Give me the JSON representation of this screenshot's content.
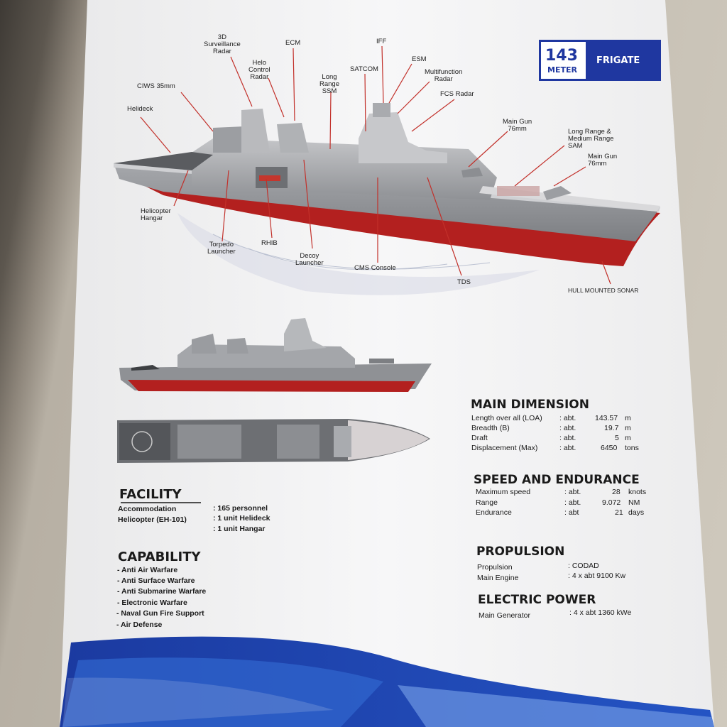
{
  "badge": {
    "number": "143",
    "unit": "METER",
    "type": "FRIGATE"
  },
  "callouts": {
    "surv_radar": "3D\nSurveillance\nRadar",
    "ecm": "ECM",
    "iff": "IFF",
    "esm": "ESM",
    "helo_control_radar": "Helo\nControl\nRadar",
    "satcom": "SATCOM",
    "long_range_ssm": "Long\nRange\nSSM",
    "multifunction_radar": "Multifunction\nRadar",
    "fcs_radar": "FCS Radar",
    "ciws": "CIWS 35mm",
    "helideck": "Helideck",
    "main_gun_1": "Main Gun\n76mm",
    "sam": "Long Range &\nMedium Range\nSAM",
    "main_gun_2": "Main Gun\n76mm",
    "helicopter_hangar": "Helicopter\nHangar",
    "torpedo_launcher": "Torpedo\nLauncher",
    "rhib": "RHIB",
    "decoy_launcher": "Decoy\nLauncher",
    "cms_console": "CMS Console",
    "tds": "TDS",
    "hull_mounted_sonar": "HULL MOUNTED SONAR"
  },
  "main_dimension": {
    "title": "MAIN DIMENSION",
    "rows": [
      {
        "label": "Length over all (LOA)",
        "approx": ": abt.",
        "value": "143.57",
        "unit": "m"
      },
      {
        "label": "Breadth (B)",
        "approx": ": abt.",
        "value": "19.7",
        "unit": "m"
      },
      {
        "label": "Draft",
        "approx": ": abt.",
        "value": "5",
        "unit": "m"
      },
      {
        "label": "Displacement (Max)",
        "approx": ": abt.",
        "value": "6450",
        "unit": "tons"
      }
    ]
  },
  "speed_endurance": {
    "title": "SPEED AND ENDURANCE",
    "rows": [
      {
        "label": "Maximum speed",
        "approx": ": abt.",
        "value": "28",
        "unit": "knots"
      },
      {
        "label": "Range",
        "approx": ": abt.",
        "value": "9.072",
        "unit": "NM"
      },
      {
        "label": "Endurance",
        "approx": ": abt",
        "value": "21",
        "unit": "days"
      }
    ]
  },
  "propulsion": {
    "title": "PROPULSION",
    "rows": [
      {
        "label": "Propulsion",
        "value": ": CODAD"
      },
      {
        "label": "Main Engine",
        "value": ": 4 x abt 9100 Kw"
      }
    ]
  },
  "electric_power": {
    "title": "ELECTRIC POWER",
    "rows": [
      {
        "label": "Main Generator",
        "value": ": 4 x abt 1360 kWe"
      }
    ]
  },
  "facility": {
    "title": "FACILITY",
    "rows": [
      {
        "label": "Accommodation",
        "value": ": 165 personnel"
      },
      {
        "label": "Helicopter (EH-101)",
        "value": ": 1 unit Helideck"
      },
      {
        "label": "",
        "value": ": 1 unit Hangar"
      }
    ]
  },
  "capability": {
    "title": "CAPABILITY",
    "items": [
      "- Anti Air Warfare",
      "- Anti Surface Warfare",
      "- Anti Submarine Warfare",
      "- Electronic Warfare",
      "- Naval Gun Fire Support",
      "- Air Defense"
    ]
  },
  "colors": {
    "brand_blue": "#1f37a0",
    "hull_red": "#b3201f",
    "hull_grey": "#8d8f93",
    "background": "#cfc9bd"
  }
}
